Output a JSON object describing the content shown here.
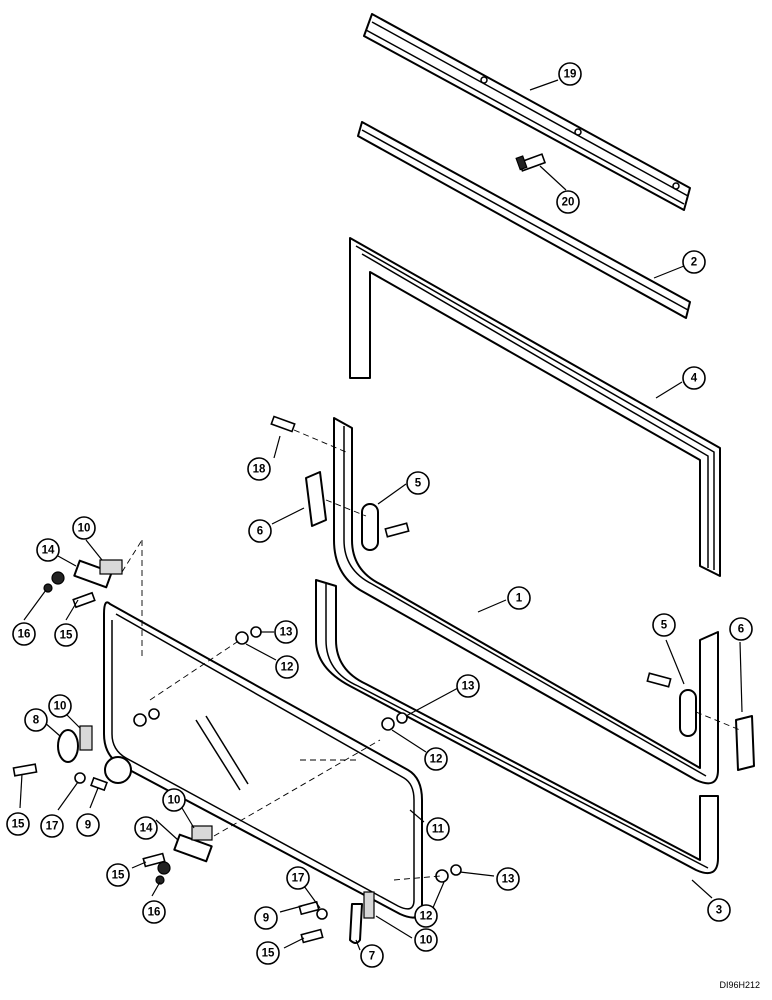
{
  "callouts": [
    {
      "id": "c19a",
      "label": "19"
    },
    {
      "id": "c20a",
      "label": "20"
    },
    {
      "id": "c2a",
      "label": "2"
    },
    {
      "id": "c4a",
      "label": "4"
    },
    {
      "id": "c18a",
      "label": "18"
    },
    {
      "id": "c5a",
      "label": "5"
    },
    {
      "id": "c6a",
      "label": "6"
    },
    {
      "id": "c1a",
      "label": "1"
    },
    {
      "id": "c5b",
      "label": "5"
    },
    {
      "id": "c6b",
      "label": "6"
    },
    {
      "id": "c10a",
      "label": "10"
    },
    {
      "id": "c14a",
      "label": "14"
    },
    {
      "id": "c16a",
      "label": "16"
    },
    {
      "id": "c15a",
      "label": "15"
    },
    {
      "id": "c13a",
      "label": "13"
    },
    {
      "id": "c12a",
      "label": "12"
    },
    {
      "id": "c13b",
      "label": "13"
    },
    {
      "id": "c12b",
      "label": "12"
    },
    {
      "id": "c10b",
      "label": "10"
    },
    {
      "id": "c8a",
      "label": "8"
    },
    {
      "id": "c15b",
      "label": "15"
    },
    {
      "id": "c17a",
      "label": "17"
    },
    {
      "id": "c9a",
      "label": "9"
    },
    {
      "id": "c11a",
      "label": "11"
    },
    {
      "id": "c10c",
      "label": "10"
    },
    {
      "id": "c14b",
      "label": "14"
    },
    {
      "id": "c15c",
      "label": "15"
    },
    {
      "id": "c16b",
      "label": "16"
    },
    {
      "id": "c17b",
      "label": "17"
    },
    {
      "id": "c9b",
      "label": "9"
    },
    {
      "id": "c15d",
      "label": "15"
    },
    {
      "id": "c7a",
      "label": "7"
    },
    {
      "id": "c10d",
      "label": "10"
    },
    {
      "id": "c12c",
      "label": "12"
    },
    {
      "id": "c13c",
      "label": "13"
    },
    {
      "id": "c3a",
      "label": "3"
    }
  ],
  "drawing_code": "DI96H212"
}
